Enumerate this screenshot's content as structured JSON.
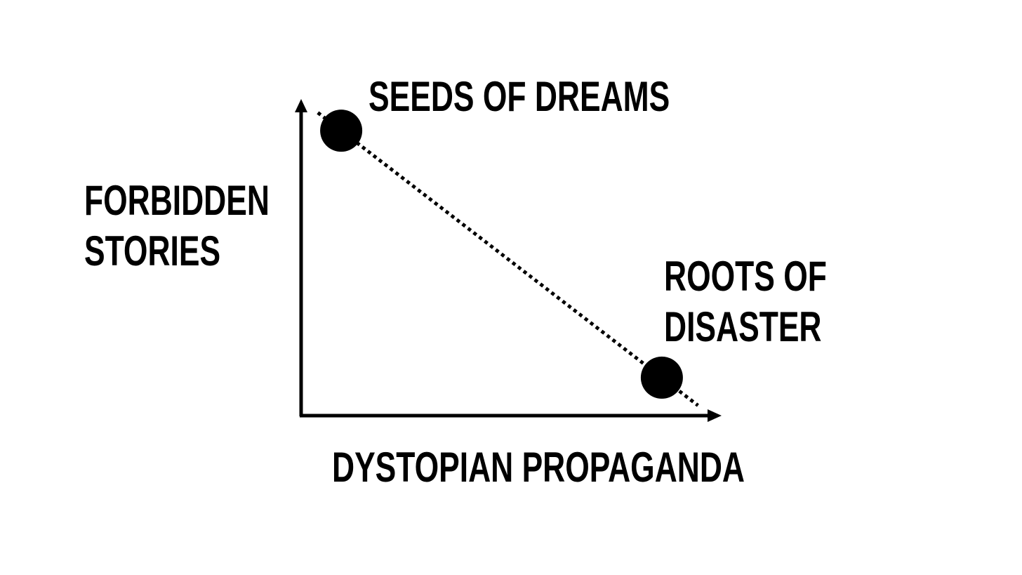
{
  "chart_data": {
    "type": "scatter",
    "title": "",
    "xlabel": "DYSTOPIAN PROPAGANDA",
    "ylabel": [
      "FORBIDDEN",
      "STORIES"
    ],
    "xlim": [
      0,
      10
    ],
    "ylim": [
      0,
      10
    ],
    "grid": false,
    "axis_ticks": false,
    "trend_line": "dotted",
    "colors": {
      "ink": "#000000",
      "background": "#ffffff"
    },
    "points": [
      {
        "label": [
          "SEEDS OF DREAMS"
        ],
        "x": 1,
        "y": 9
      },
      {
        "label": [
          "ROOTS OF",
          "DISASTER"
        ],
        "x": 9,
        "y": 1.2
      }
    ]
  }
}
